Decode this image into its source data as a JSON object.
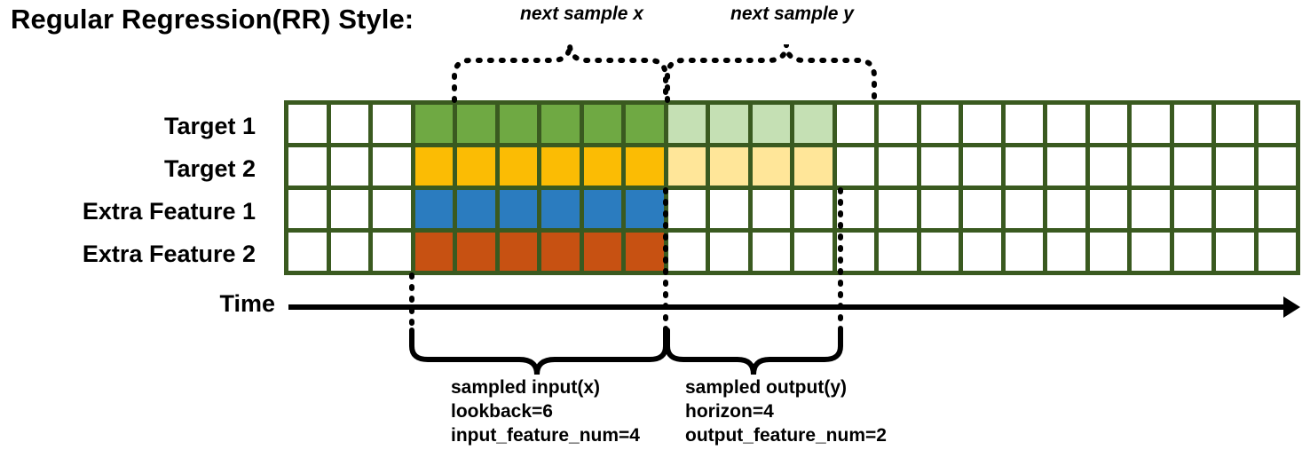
{
  "title": "Regular Regression(RR) Style:",
  "rows": [
    {
      "label": "Target 1",
      "name": "target-1"
    },
    {
      "label": "Target 2",
      "name": "target-2"
    },
    {
      "label": "Extra Feature 1",
      "name": "extra-feature-1"
    },
    {
      "label": "Extra Feature 2",
      "name": "extra-feature-2"
    }
  ],
  "axis": {
    "label": "Time"
  },
  "annotations": {
    "next_sample_x": "next sample x",
    "next_sample_y": "next sample y"
  },
  "captions": {
    "input": "sampled input(x)\nlookback=6\ninput_feature_num=4",
    "output": "sampled output(y)\nhorizon=4\noutput_feature_num=2"
  },
  "colors": {
    "grid_border": "#3A5A20",
    "empty": "#FFFFFF",
    "target1_input": "#6FA943",
    "target1_output": "#C5E0B4",
    "target2_input": "#FBBC04",
    "target2_output": "#FFE699",
    "extra1_input": "#2B7CBF",
    "extra2_input": "#C75112",
    "axis": "#000000"
  },
  "chart_data": {
    "type": "heatmap",
    "title": "Regular Regression(RR) Style:",
    "columns": 24,
    "rows": [
      "Target 1",
      "Target 2",
      "Extra Feature 1",
      "Extra Feature 2"
    ],
    "lookback": 6,
    "horizon": 4,
    "input_feature_num": 4,
    "output_feature_num": 2,
    "input_columns": [
      3,
      4,
      5,
      6,
      7,
      8
    ],
    "output_columns": [
      9,
      10,
      11,
      12
    ],
    "cell_colors": [
      [
        "#FFFFFF",
        "#FFFFFF",
        "#FFFFFF",
        "#6FA943",
        "#6FA943",
        "#6FA943",
        "#6FA943",
        "#6FA943",
        "#6FA943",
        "#C5E0B4",
        "#C5E0B4",
        "#C5E0B4",
        "#C5E0B4",
        "#FFFFFF",
        "#FFFFFF",
        "#FFFFFF",
        "#FFFFFF",
        "#FFFFFF",
        "#FFFFFF",
        "#FFFFFF",
        "#FFFFFF",
        "#FFFFFF",
        "#FFFFFF",
        "#FFFFFF"
      ],
      [
        "#FFFFFF",
        "#FFFFFF",
        "#FFFFFF",
        "#FBBC04",
        "#FBBC04",
        "#FBBC04",
        "#FBBC04",
        "#FBBC04",
        "#FBBC04",
        "#FFE699",
        "#FFE699",
        "#FFE699",
        "#FFE699",
        "#FFFFFF",
        "#FFFFFF",
        "#FFFFFF",
        "#FFFFFF",
        "#FFFFFF",
        "#FFFFFF",
        "#FFFFFF",
        "#FFFFFF",
        "#FFFFFF",
        "#FFFFFF",
        "#FFFFFF"
      ],
      [
        "#FFFFFF",
        "#FFFFFF",
        "#FFFFFF",
        "#2B7CBF",
        "#2B7CBF",
        "#2B7CBF",
        "#2B7CBF",
        "#2B7CBF",
        "#2B7CBF",
        "#FFFFFF",
        "#FFFFFF",
        "#FFFFFF",
        "#FFFFFF",
        "#FFFFFF",
        "#FFFFFF",
        "#FFFFFF",
        "#FFFFFF",
        "#FFFFFF",
        "#FFFFFF",
        "#FFFFFF",
        "#FFFFFF",
        "#FFFFFF",
        "#FFFFFF",
        "#FFFFFF"
      ],
      [
        "#FFFFFF",
        "#FFFFFF",
        "#FFFFFF",
        "#C75112",
        "#C75112",
        "#C75112",
        "#C75112",
        "#C75112",
        "#C75112",
        "#FFFFFF",
        "#FFFFFF",
        "#FFFFFF",
        "#FFFFFF",
        "#FFFFFF",
        "#FFFFFF",
        "#FFFFFF",
        "#FFFFFF",
        "#FFFFFF",
        "#FFFFFF",
        "#FFFFFF",
        "#FFFFFF",
        "#FFFFFF",
        "#FFFFFF",
        "#FFFFFF"
      ]
    ]
  }
}
